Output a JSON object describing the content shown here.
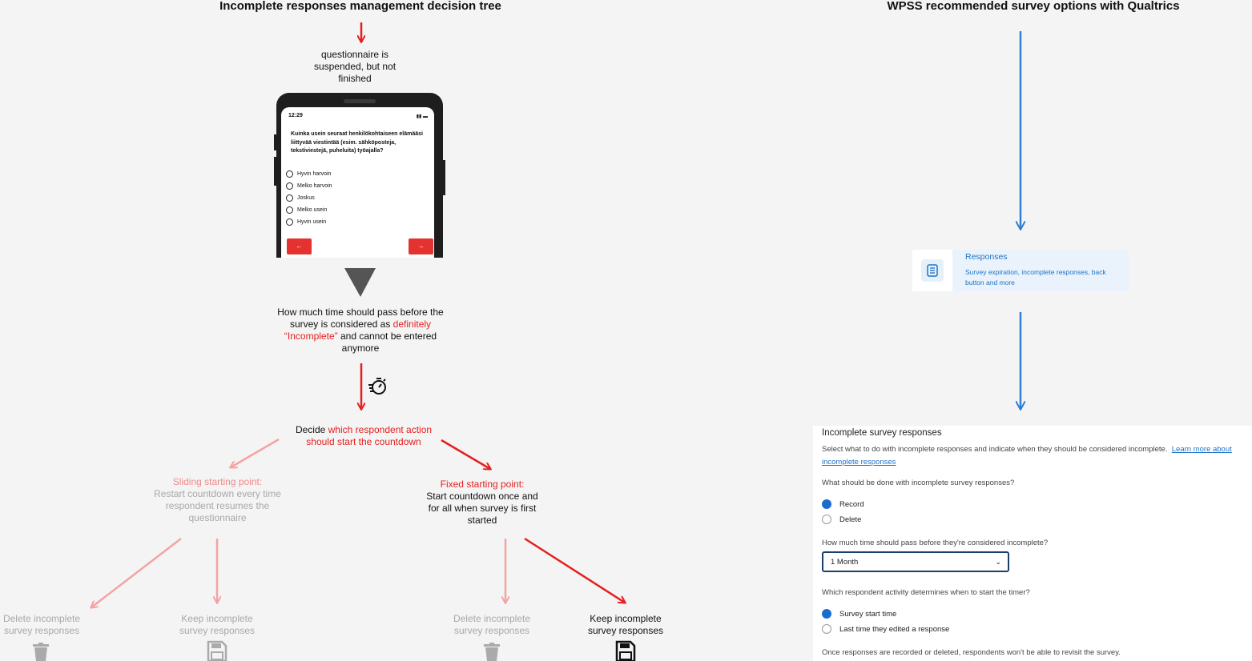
{
  "left_title": "Incomplete responses management decision tree",
  "right_title": "WPSS recommended survey options with Qualtrics",
  "tree": {
    "node_suspended": "questionnaire is suspended, but not finished",
    "node_time_q": {
      "part1": "How much time should pass before the survey is considered as",
      "highlight": "definitely “Incomplete”",
      "part2": "and cannot be entered anymore"
    },
    "node_decide": {
      "part1": "Decide",
      "highlight": "which respondent action should start the countdown"
    },
    "node_sliding": {
      "label": "Sliding starting point:",
      "text": "Restart countdown every time respondent resumes the questionnaire"
    },
    "node_fixed": {
      "label": "Fixed starting point:",
      "text": "Start countdown once and for all when survey is first started"
    },
    "leaves": [
      {
        "text": "Delete incomplete survey responses",
        "icon": "trash-icon"
      },
      {
        "text": "Keep incomplete survey responses",
        "icon": "save-icon"
      },
      {
        "text": "Delete incomplete survey responses",
        "icon": "trash-icon"
      },
      {
        "text": "Keep incomplete survey responses",
        "icon": "save-icon"
      }
    ]
  },
  "phone": {
    "time": "12:29",
    "question": "Kuinka usein seuraat henkilökohtaiseen elämääsi liittyvää viestintää (esim. sähköposteja, tekstiviestejä, puheluita) työajalla?",
    "options": [
      "Hyvin harvoin",
      "Melko harvoin",
      "Joskus",
      "Melko usein",
      "Hyvin usein"
    ],
    "prev": "←",
    "next": "→"
  },
  "responses_card": {
    "title": "Responses",
    "description": "Survey expiration, incomplete responses, back button and more"
  },
  "settings": {
    "title": "Incomplete survey responses",
    "intro": "Select what to do with incomplete responses and indicate when they should be considered incomplete.",
    "link_part1": "Learn",
    "link_part2": "more about incomplete responses",
    "q1": "What should be done with incomplete survey responses?",
    "q1_options": [
      {
        "label": "Record",
        "selected": true
      },
      {
        "label": "Delete",
        "selected": false
      }
    ],
    "q2": "How much time should pass before they're considered incomplete?",
    "q2_value": "1 Month",
    "q3": "Which respondent activity determines when to start the timer?",
    "q3_options": [
      {
        "label": "Survey start time",
        "selected": true
      },
      {
        "label": "Last time they edited a response",
        "selected": false
      }
    ],
    "footer": "Once responses are recorded or deleted, respondents won't be able to revisit the survey."
  },
  "colors": {
    "red": "#e61e1e",
    "faded_red": "#f4a3a3",
    "blue": "#2f7fd6",
    "grey_triangle": "#555555"
  }
}
